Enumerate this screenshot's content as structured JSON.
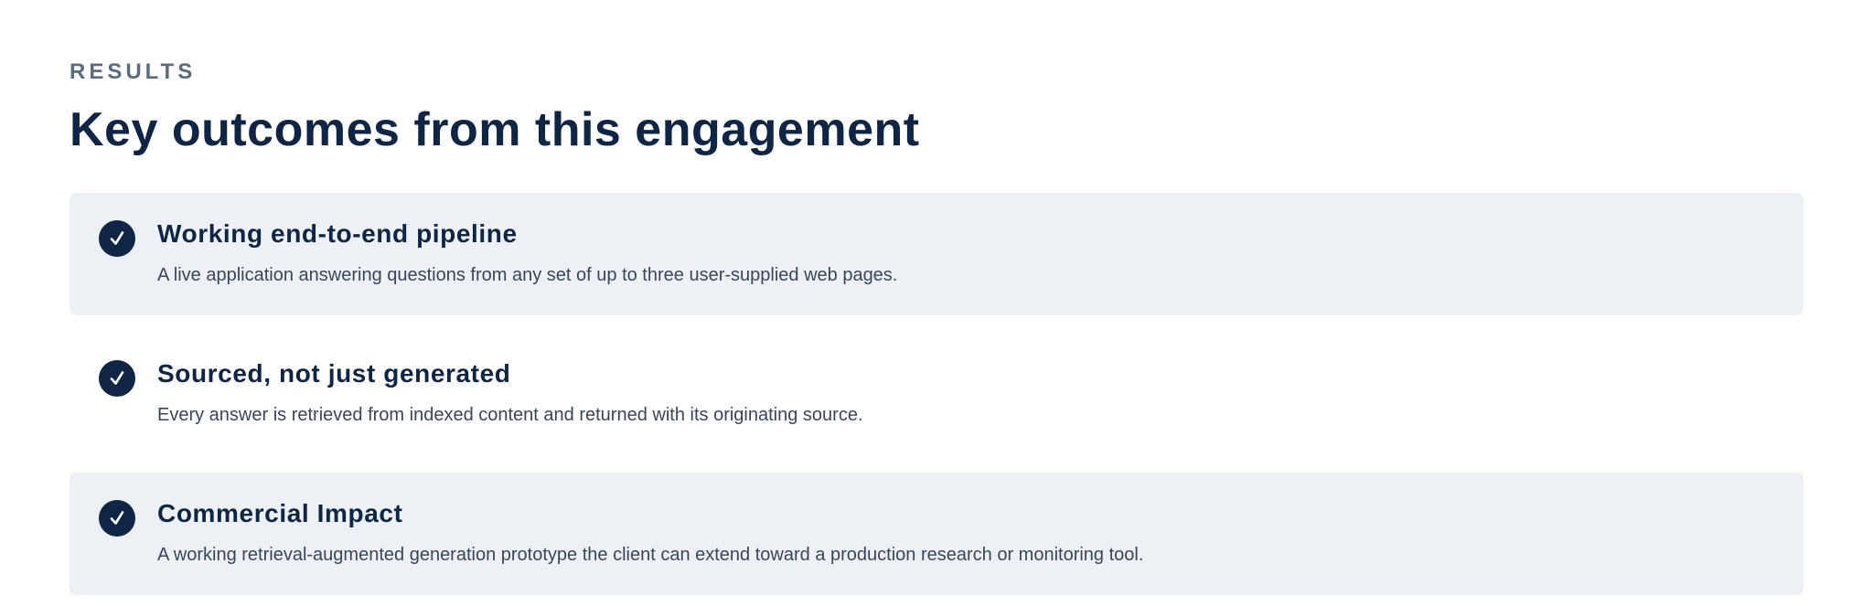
{
  "section": {
    "eyebrow": "RESULTS",
    "title": "Key outcomes from this engagement"
  },
  "outcomes": [
    {
      "icon": "check-circle-icon",
      "title": "Working end-to-end pipeline",
      "description": "A live application answering questions from any set of up to three user-supplied web pages."
    },
    {
      "icon": "check-circle-icon",
      "title": "Sourced, not just generated",
      "description": "Every answer is retrieved from indexed content and returned with its originating source."
    },
    {
      "icon": "check-circle-icon",
      "title": "Commercial Impact",
      "description": "A working retrieval-augmented generation prototype the client can extend toward a production research or monitoring tool."
    }
  ],
  "colors": {
    "primary": "#0f2545",
    "muted": "#5c6b7d",
    "card_background": "#edf0f4",
    "body_text": "#3a4657"
  }
}
